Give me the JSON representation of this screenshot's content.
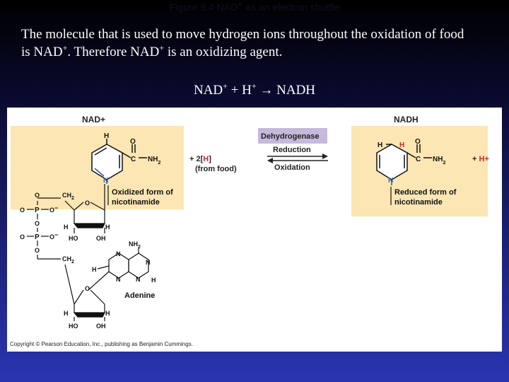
{
  "title": {
    "prefix": "Figure 9.4  NAD",
    "suffix": " as an electron shuttle"
  },
  "intro": {
    "line1": "The molecule that is used to move hydrogen ions throughout the oxidation of food",
    "line2_a": "is NAD",
    "line2_b": ".  Therefore NAD",
    "line2_c": "  is an oxidizing agent."
  },
  "equation": {
    "nad": "NAD",
    "plus1": " + H",
    "arrow_sym": "→",
    "product": " NADH",
    "sup": "+"
  },
  "figure": {
    "left_header": "NAD+",
    "right_header": "NADH",
    "enzyme": "Dehydrogenase",
    "reduction": "Reduction",
    "oxidation": "Oxidation",
    "reactant_2h_a": "+    2[",
    "reactant_2h_h": "H",
    "reactant_2h_b": "]",
    "from_food": "(from food)",
    "plus_h_a": "+  ",
    "plus_h_b": "H+",
    "oxidized_label_1": "Oxidized form of",
    "oxidized_label_2": "nicotinamide",
    "reduced_label_1": "Reduced form of",
    "reduced_label_2": "nicotinamide",
    "adenine": "Adenine",
    "copyright": "Copyright © Pearson Education, Inc., publishing as Benjamin Cummings.",
    "atoms": {
      "H": "H",
      "O": "O",
      "C": "C",
      "N": "N",
      "Nminus": "N",
      "NH2": "NH",
      "sub2": "2",
      "CH2": "CH",
      "P": "P",
      "Ominus": "O",
      "HO": "HO",
      "OH": "OH"
    }
  },
  "colors": {
    "panel": "#fce6b4",
    "enzyme_bg": "#c7b9db",
    "red": "#d2232a",
    "blue": "#2a5aa8",
    "text_white": "#ffffff"
  }
}
